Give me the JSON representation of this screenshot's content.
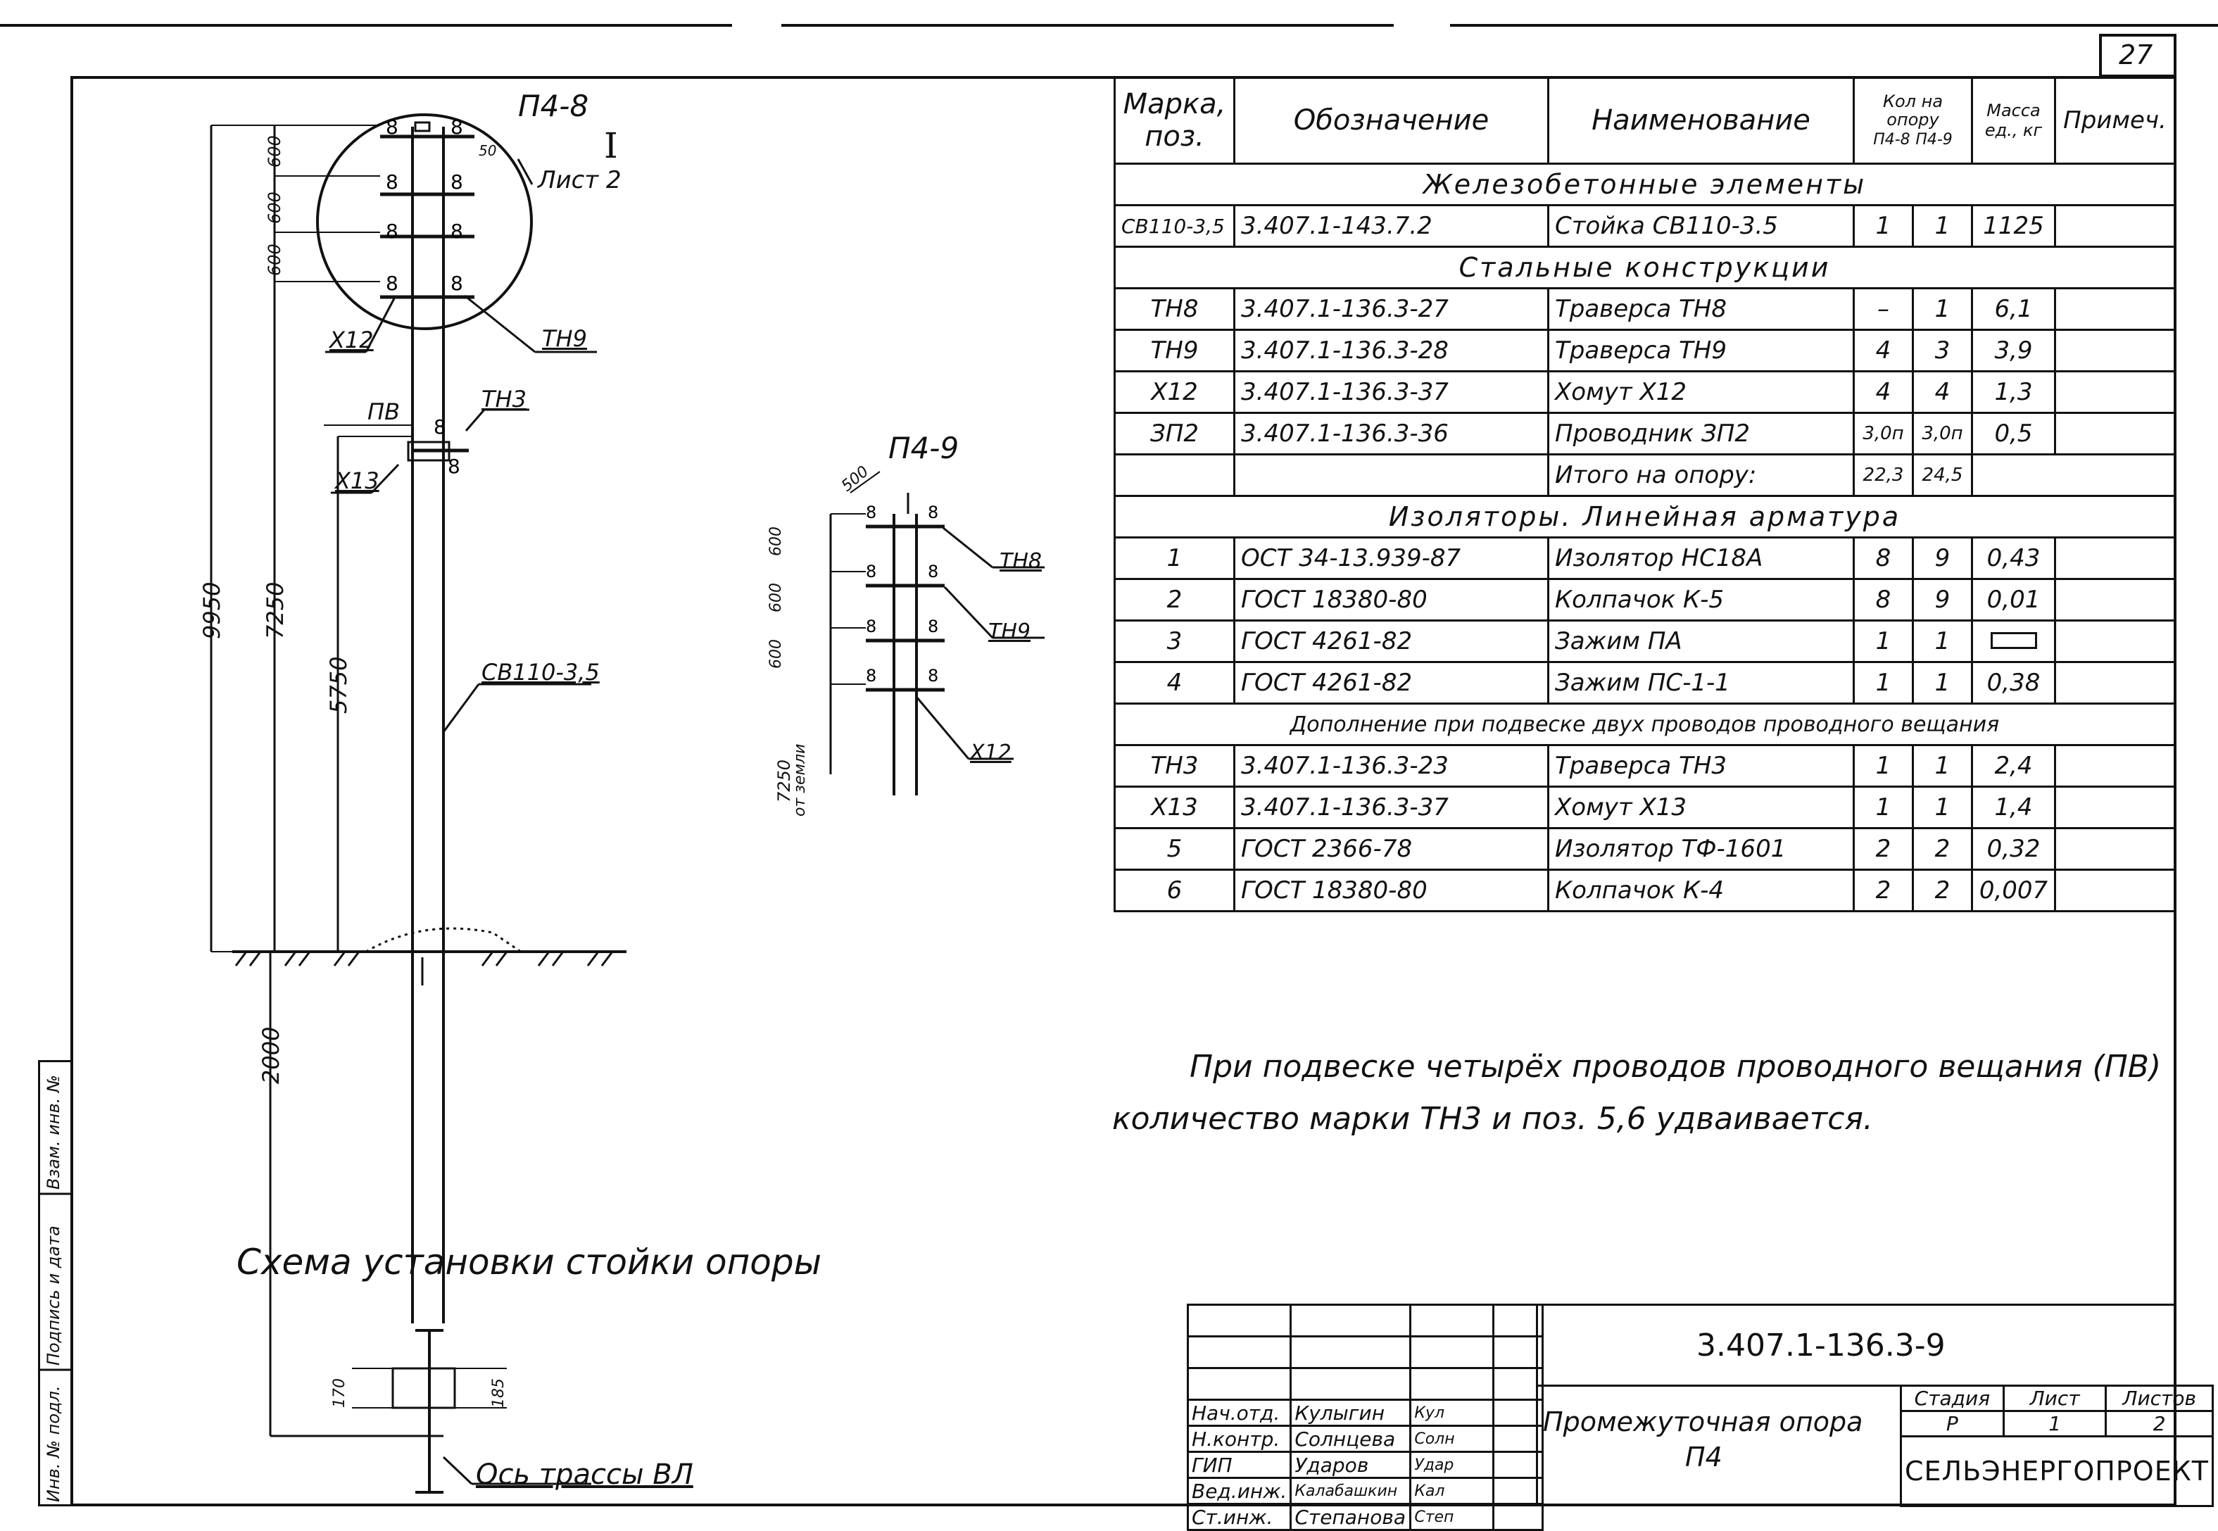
{
  "page_number": "27",
  "pole_views": {
    "left_title": "П4-8",
    "detail_mark": "I",
    "detail_sheet": "Лист 2",
    "labels": {
      "th9": "ТН9",
      "x12": "Х12",
      "pv": "ПВ",
      "th3": "ТН3",
      "x13": "Х13",
      "pole": "СВ110-3,5"
    },
    "dims": {
      "d1": "600",
      "d2": "600",
      "d3": "600",
      "h_total": "9950",
      "h_top": "7250",
      "h_pv": "5750",
      "h_ground": "2000",
      "d_small": "50"
    },
    "right_title": "П4-9",
    "right_labels": {
      "th8": "ТН8",
      "th9": "ТН9",
      "x12": "Х12"
    },
    "right_dims": {
      "d0": "500",
      "d1": "600",
      "d2": "600",
      "d3": "600",
      "ground": "7250",
      "ground_note": "от земли"
    }
  },
  "scheme_title": "Схема установки стойки опоры",
  "trace": {
    "dim_a": "170",
    "dim_b": "185",
    "axis_label": "Ось трассы ВЛ"
  },
  "spec": {
    "headers": {
      "mark": "Марка, поз.",
      "designation": "Обозначение",
      "name": "Наименование",
      "qty": "Кол на опору",
      "qty_a": "П4-8",
      "qty_b": "П4-9",
      "mass": "Масса ед., кг",
      "note": "Примеч."
    },
    "sections": [
      {
        "title": "Железобетонные элементы",
        "rows": [
          {
            "mark": "СВ110-3,5",
            "designation": "3.407.1-143.7.2",
            "name": "Стойка СВ110-3.5",
            "qa": "1",
            "qb": "1",
            "mass": "1125",
            "note": ""
          }
        ]
      },
      {
        "title": "Стальные конструкции",
        "rows": [
          {
            "mark": "ТН8",
            "designation": "3.407.1-136.3-27",
            "name": "Траверса ТН8",
            "qa": "–",
            "qb": "1",
            "mass": "6,1",
            "note": ""
          },
          {
            "mark": "ТН9",
            "designation": "3.407.1-136.3-28",
            "name": "Траверса ТН9",
            "qa": "4",
            "qb": "3",
            "mass": "3,9",
            "note": ""
          },
          {
            "mark": "Х12",
            "designation": "3.407.1-136.3-37",
            "name": "Хомут Х12",
            "qa": "4",
            "qb": "4",
            "mass": "1,3",
            "note": ""
          },
          {
            "mark": "ЗП2",
            "designation": "3.407.1-136.3-36",
            "name": "Проводник ЗП2",
            "qa": "3,0п",
            "qb": "3,0п",
            "mass": "0,5",
            "note": ""
          }
        ]
      },
      {
        "total": {
          "label": "Итого на опору:",
          "qa": "22,3",
          "qb": "24,5"
        }
      },
      {
        "title": "Изоляторы. Линейная арматура",
        "rows": [
          {
            "mark": "1",
            "designation": "ОСТ 34-13.939-87",
            "name": "Изолятор НС18А",
            "qa": "8",
            "qb": "9",
            "mass": "0,43",
            "note": ""
          },
          {
            "mark": "2",
            "designation": "ГОСТ 18380-80",
            "name": "Колпачок К-5",
            "qa": "8",
            "qb": "9",
            "mass": "0,01",
            "note": ""
          },
          {
            "mark": "3",
            "designation": "ГОСТ 4261-82",
            "name": "Зажим ПА",
            "qa": "1",
            "qb": "1",
            "mass": "",
            "note": ""
          },
          {
            "mark": "4",
            "designation": "ГОСТ 4261-82",
            "name": "Зажим ПС-1-1",
            "qa": "1",
            "qb": "1",
            "mass": "0,38",
            "note": ""
          }
        ]
      },
      {
        "title": "Дополнение при подвеске двух проводов проводного вещания",
        "rows": [
          {
            "mark": "ТН3",
            "designation": "3.407.1-136.3-23",
            "name": "Траверса ТН3",
            "qa": "1",
            "qb": "1",
            "mass": "2,4",
            "note": ""
          },
          {
            "mark": "Х13",
            "designation": "3.407.1-136.3-37",
            "name": "Хомут Х13",
            "qa": "1",
            "qb": "1",
            "mass": "1,4",
            "note": ""
          },
          {
            "mark": "5",
            "designation": "ГОСТ 2366-78",
            "name": "Изолятор ТФ-1601",
            "qa": "2",
            "qb": "2",
            "mass": "0,32",
            "note": ""
          },
          {
            "mark": "6",
            "designation": "ГОСТ 18380-80",
            "name": "Колпачок К-4",
            "qa": "2",
            "qb": "2",
            "mass": "0,007",
            "note": ""
          }
        ]
      }
    ]
  },
  "note": {
    "line1": "При подвеске четырёх проводов проводного вещания (ПВ)",
    "line2": "количество марки ТН3 и поз. 5,6 удваивается."
  },
  "title_block": {
    "doc_code": "3.407.1-136.3-9",
    "title_line1": "Промежуточная опора",
    "title_line2": "П4",
    "stage_label": "Стадия",
    "sheet_label": "Лист",
    "sheets_label": "Листов",
    "stage": "Р",
    "sheet": "1",
    "sheets": "2",
    "org": "СЕЛЬЭНЕРГОПРОЕКТ",
    "staff": [
      {
        "role": "Нач.отд.",
        "name": "Кулыгин",
        "sign": "Кул"
      },
      {
        "role": "Н.контр.",
        "name": "Солнцева",
        "sign": "Солн"
      },
      {
        "role": "ГИП",
        "name": "Ударов",
        "sign": "Удар"
      },
      {
        "role": "Вед.инж.",
        "name": "Калабашкин",
        "sign": "Кал"
      },
      {
        "role": "Ст.инж.",
        "name": "Степанова",
        "sign": "Степ"
      }
    ]
  },
  "side_strip": {
    "a": "Инв. № подл.",
    "b": "Подпись и дата",
    "c": "Взам. инв. №"
  }
}
